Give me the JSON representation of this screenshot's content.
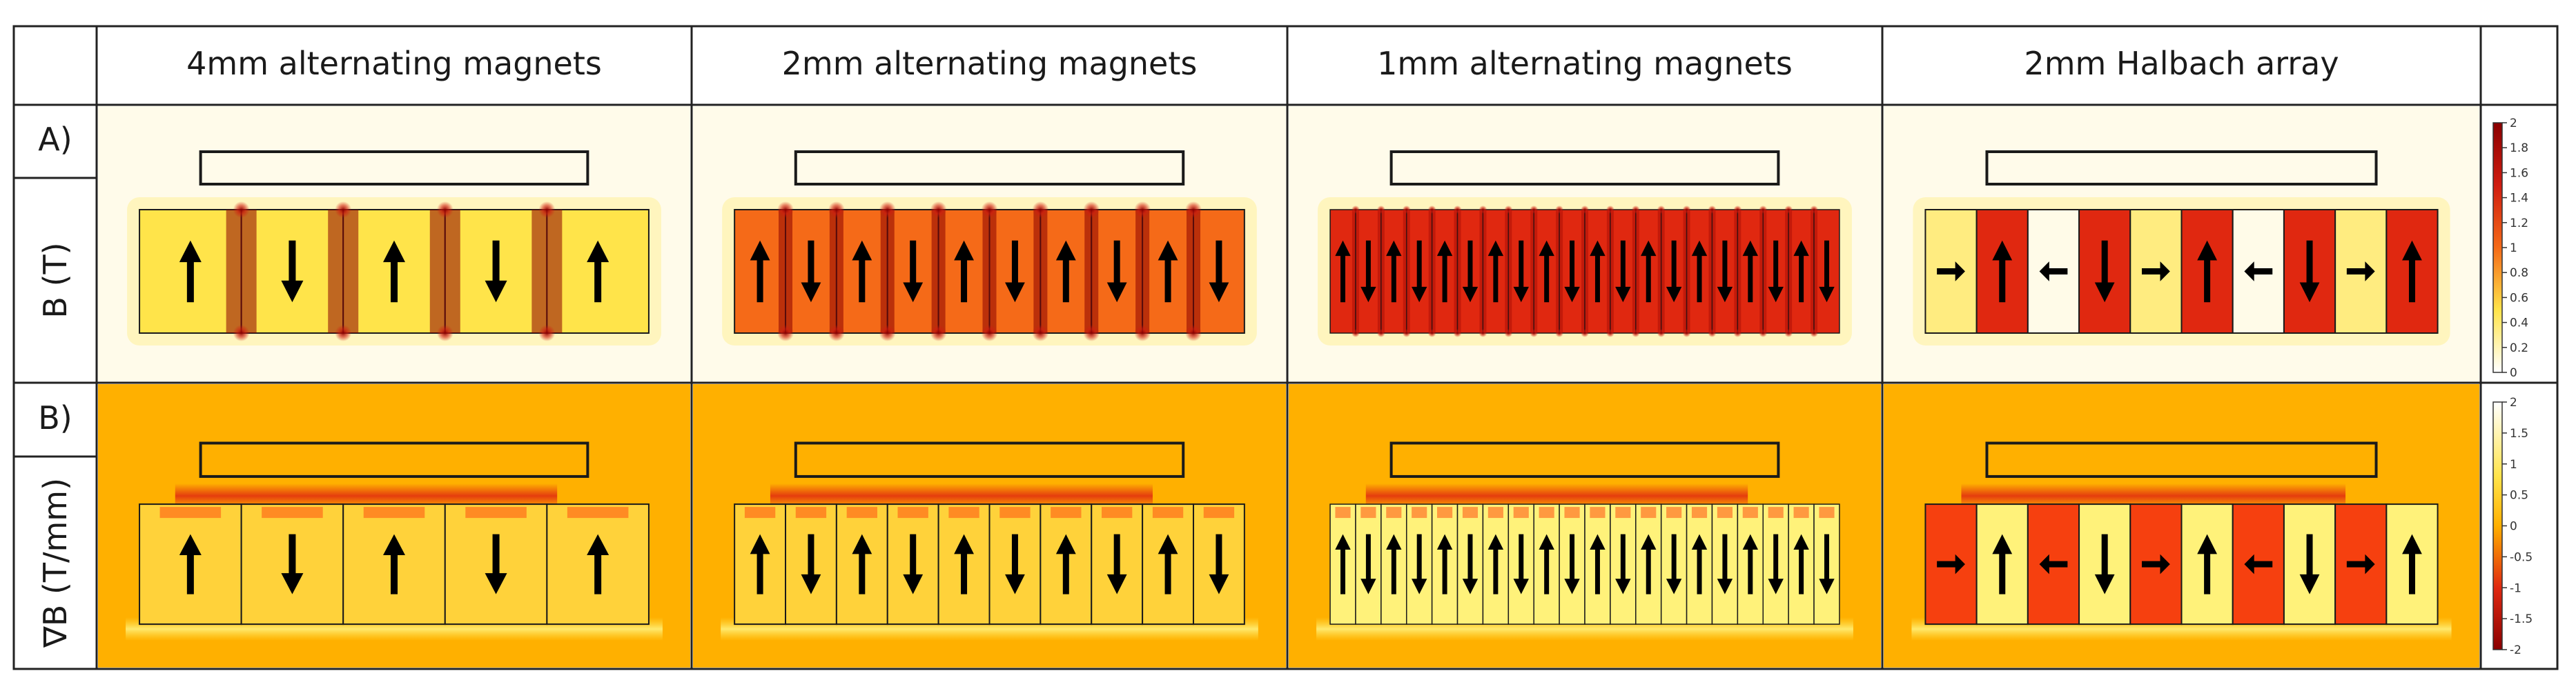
{
  "columns": [
    {
      "label": "4mm alternating magnets",
      "magnets": 5,
      "layout": "alternating"
    },
    {
      "label": "2mm alternating magnets",
      "magnets": 10,
      "layout": "alternating"
    },
    {
      "label": "1mm alternating magnets",
      "magnets": 20,
      "layout": "alternating"
    },
    {
      "label": "2mm Halbach array",
      "magnets": 10,
      "layout": "halbach"
    }
  ],
  "rows": [
    {
      "tag": "A)",
      "quantity": "B (T)",
      "field": "magnitude"
    },
    {
      "tag": "B)",
      "quantity": "∇B (T/mm)",
      "field": "gradient"
    }
  ],
  "colorbars": [
    {
      "ticks": [
        "2",
        "1.8",
        "1.6",
        "1.4",
        "1.2",
        "1",
        "0.8",
        "0.6",
        "0.4",
        "0.2",
        "0"
      ]
    },
    {
      "ticks": [
        "2",
        "1.5",
        "1",
        "0.5",
        "0",
        "-0.5",
        "-1",
        "-1.5",
        "-2"
      ]
    }
  ],
  "halbach_directions": [
    "right",
    "up",
    "left",
    "down",
    "right",
    "up",
    "left",
    "down",
    "right",
    "up"
  ],
  "colors": {
    "magnitude_background": "#fffbea",
    "gradient_background": "#ffb000",
    "field_dark": "#8b0000",
    "field_red": "#e02810",
    "field_orange": "#f56a18",
    "field_yellow": "#ffe44a",
    "arrow": "#000000"
  }
}
